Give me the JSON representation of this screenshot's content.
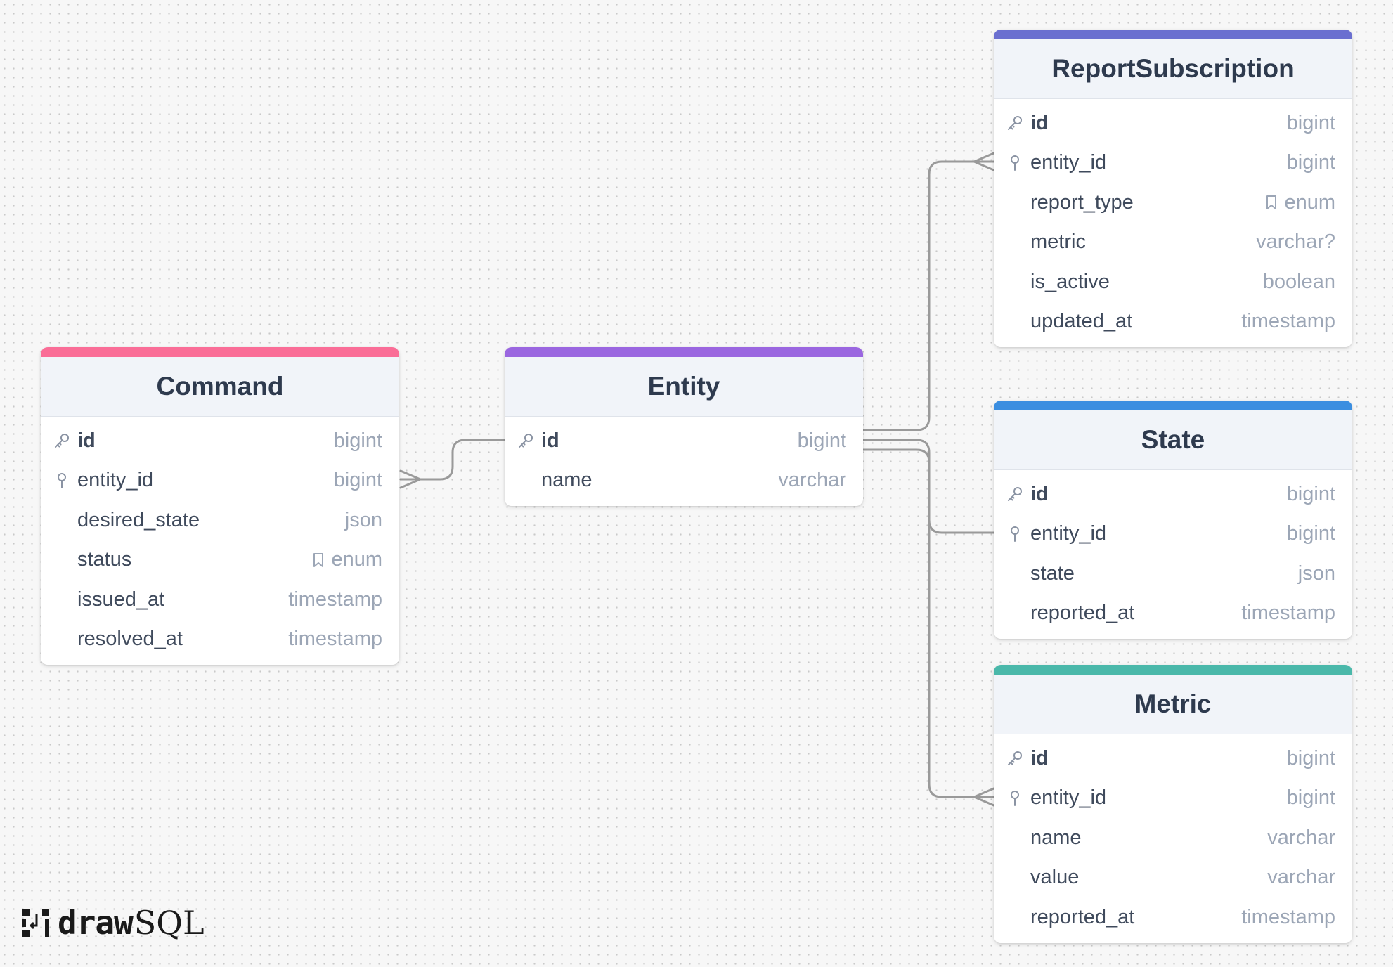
{
  "colors": {
    "command": "#fa6d97",
    "entity": "#9a66e0",
    "report_subscription": "#6a6fd0",
    "state": "#3b8ee0",
    "metric": "#4ab8aa",
    "connector": "#9a9a9a"
  },
  "tables": {
    "command": {
      "title": "Command",
      "columns": [
        {
          "name": "id",
          "type": "bigint",
          "icon": "key-icon"
        },
        {
          "name": "entity_id",
          "type": "bigint",
          "icon": "foreign-key-icon"
        },
        {
          "name": "desired_state",
          "type": "json"
        },
        {
          "name": "status",
          "type": "enum",
          "icon": "bookmark-icon"
        },
        {
          "name": "issued_at",
          "type": "timestamp"
        },
        {
          "name": "resolved_at",
          "type": "timestamp"
        }
      ]
    },
    "entity": {
      "title": "Entity",
      "columns": [
        {
          "name": "id",
          "type": "bigint",
          "icon": "key-icon"
        },
        {
          "name": "name",
          "type": "varchar"
        }
      ]
    },
    "report_subscription": {
      "title": "ReportSubscription",
      "columns": [
        {
          "name": "id",
          "type": "bigint",
          "icon": "key-icon"
        },
        {
          "name": "entity_id",
          "type": "bigint",
          "icon": "foreign-key-icon"
        },
        {
          "name": "report_type",
          "type": "enum",
          "icon": "bookmark-icon"
        },
        {
          "name": "metric",
          "type": "varchar?"
        },
        {
          "name": "is_active",
          "type": "boolean"
        },
        {
          "name": "updated_at",
          "type": "timestamp"
        }
      ]
    },
    "state": {
      "title": "State",
      "columns": [
        {
          "name": "id",
          "type": "bigint",
          "icon": "key-icon"
        },
        {
          "name": "entity_id",
          "type": "bigint",
          "icon": "foreign-key-icon"
        },
        {
          "name": "state",
          "type": "json"
        },
        {
          "name": "reported_at",
          "type": "timestamp"
        }
      ]
    },
    "metric": {
      "title": "Metric",
      "columns": [
        {
          "name": "id",
          "type": "bigint",
          "icon": "key-icon"
        },
        {
          "name": "entity_id",
          "type": "bigint",
          "icon": "foreign-key-icon"
        },
        {
          "name": "name",
          "type": "varchar"
        },
        {
          "name": "value",
          "type": "varchar"
        },
        {
          "name": "reported_at",
          "type": "timestamp"
        }
      ]
    }
  },
  "relations": [
    {
      "from": "Entity.id",
      "to": "Command.entity_id",
      "cardinality": "one-to-many"
    },
    {
      "from": "Entity.id",
      "to": "ReportSubscription.entity_id",
      "cardinality": "one-to-many"
    },
    {
      "from": "Entity.id",
      "to": "State.entity_id",
      "cardinality": "one-to-one"
    },
    {
      "from": "Entity.id",
      "to": "Metric.entity_id",
      "cardinality": "one-to-many"
    }
  ],
  "logo": {
    "part1": "draw",
    "part2": "SQL"
  }
}
